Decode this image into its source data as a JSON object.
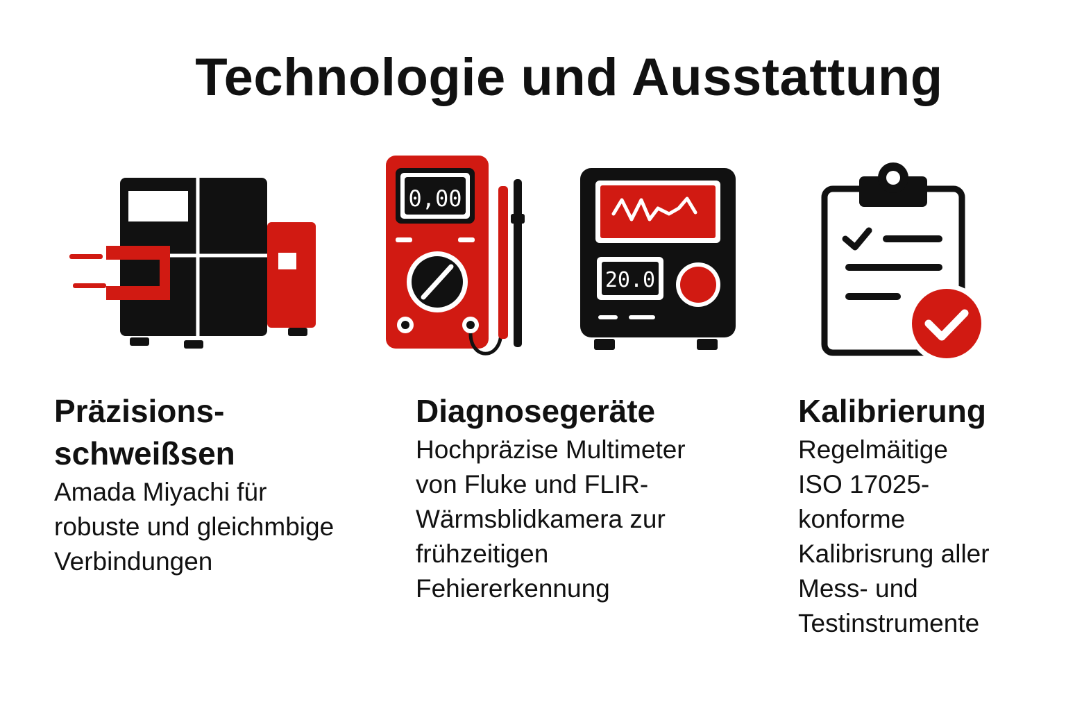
{
  "page": {
    "title": "Technologie und Ausstattung"
  },
  "colors": {
    "accent": "#d11a12",
    "dark": "#111111",
    "background": "#ffffff"
  },
  "icons": [
    "welding-machine-icon",
    "multimeter-icon",
    "oscilloscope-icon",
    "clipboard-check-icon"
  ],
  "multimeter": {
    "display": "0,00"
  },
  "oscilloscope": {
    "display": "20.0"
  },
  "sections": [
    {
      "heading_lines": [
        "Präzisions-",
        "schweißsen"
      ],
      "desc_lines": [
        "Amada Miyachi für",
        "robuste und gleichmbige",
        "Verbindungen"
      ]
    },
    {
      "heading_lines": [
        "Diagnosegeräte"
      ],
      "desc_lines": [
        "Hochpräzise Multimeter",
        "von Fluke und FLIR-",
        "Wärmsblidkamera zur",
        "frühzeitigen",
        "Fehiererkennung"
      ]
    },
    {
      "heading_lines": [
        "Kalibrierung"
      ],
      "desc_lines": [
        "Regelmäitige",
        "ISO 17025-",
        "konforme",
        "Kalibrisrung aller",
        "Mess-  und",
        "Testinstrumente"
      ]
    }
  ]
}
